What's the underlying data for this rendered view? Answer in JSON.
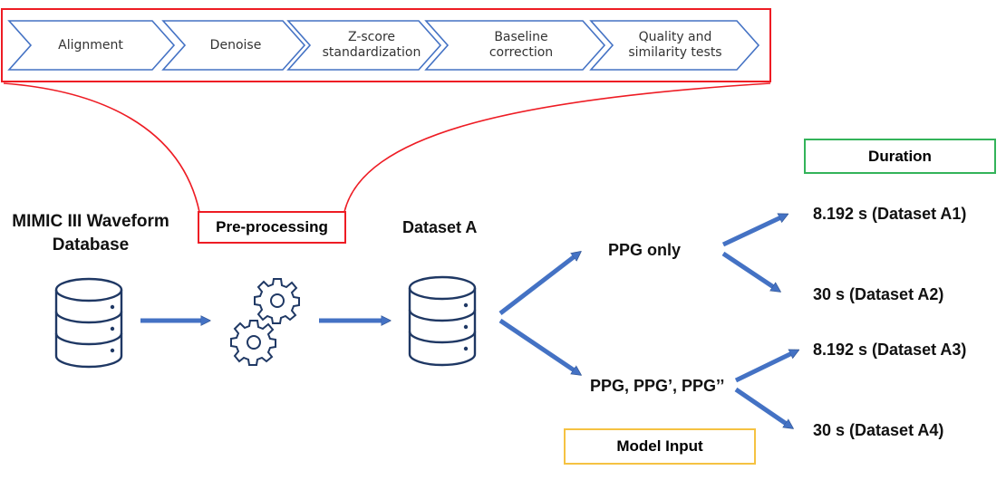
{
  "pipeline": {
    "steps": [
      {
        "label_line1": "Alignment",
        "label_line2": ""
      },
      {
        "label_line1": "Denoise",
        "label_line2": ""
      },
      {
        "label_line1": "Z-score",
        "label_line2": "standardization"
      },
      {
        "label_line1": "Baseline",
        "label_line2": "correction"
      },
      {
        "label_line1": "Quality and",
        "label_line2": "similarity tests"
      }
    ]
  },
  "source": {
    "line1": "MIMIC III Waveform",
    "line2": "Database"
  },
  "preprocessing": {
    "label": "Pre-processing"
  },
  "dataset": {
    "label": "Dataset A"
  },
  "model_input": {
    "header": "Model Input",
    "options": [
      "PPG only",
      "PPG, PPG’, PPG’’"
    ]
  },
  "duration": {
    "header": "Duration",
    "outputs": [
      "8.192 s (Dataset A1)",
      "30 s (Dataset A2)",
      "8.192 s (Dataset A3)",
      "30 s (Dataset A4)"
    ]
  },
  "colors": {
    "highlight_red": "#ee1c24",
    "chevron_blue": "#4472c4",
    "icon_navy": "#1f3864",
    "arrow_blue": "#4472c4",
    "duration_green": "#33b35a",
    "model_input_gold": "#f5c242"
  }
}
